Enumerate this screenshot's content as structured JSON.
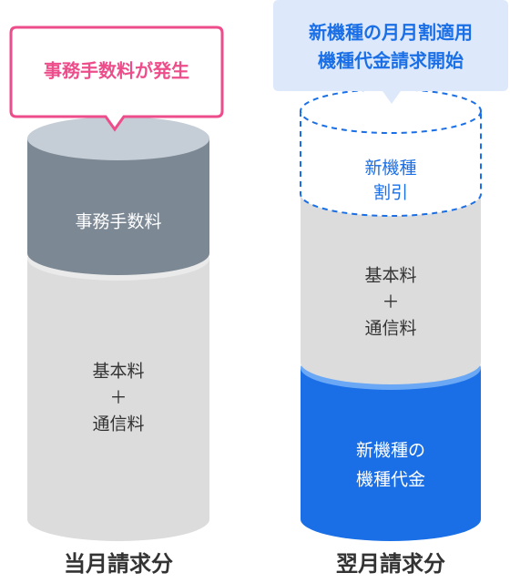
{
  "colors": {
    "fee_body": "#7c8894",
    "fee_top": "#c5cdd6",
    "base_body": "#dcdcdc",
    "base_top": "#eaeaea",
    "discount_outline": "#1a6fe6",
    "device_body": "#1a6fe6",
    "device_top": "#6aa8f5",
    "pink": "#ee4d8b",
    "callout_blue_bg": "#dde9fb",
    "text_dark": "#333333",
    "text_blue": "#1a6fe6",
    "text_white": "#ffffff"
  },
  "left": {
    "callout": "事務手数料が発生",
    "fee_label": "事務手数料",
    "base_line1": "基本料",
    "base_plus": "＋",
    "base_line2": "通信料",
    "caption": "当月請求分"
  },
  "right": {
    "callout_line1": "新機種の月月割適用",
    "callout_line2": "機種代金請求開始",
    "discount_line1": "新機種",
    "discount_line2": "割引",
    "base_line1": "基本料",
    "base_plus": "＋",
    "base_line2": "通信料",
    "device_line1": "新機種の",
    "device_line2": "機種代金",
    "caption": "翌月請求分"
  }
}
